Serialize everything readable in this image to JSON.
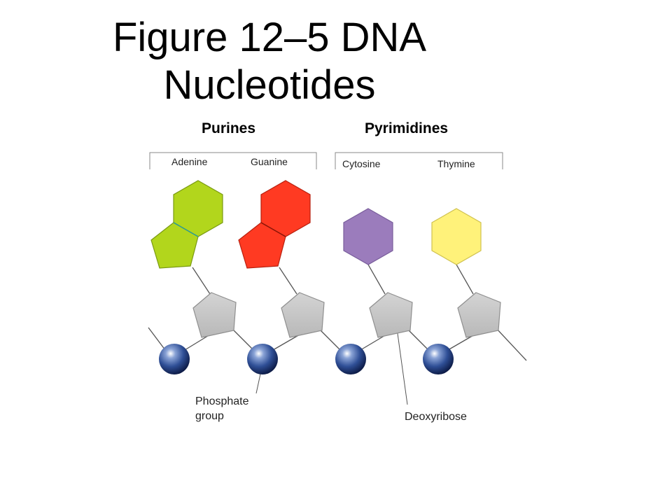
{
  "title_line1": "Figure 12–5 DNA",
  "title_line2": "Nucleotides",
  "groups": {
    "purines": "Purines",
    "pyrimidines": "Pyrimidines"
  },
  "bases": {
    "adenine": "Adenine",
    "guanine": "Guanine",
    "cytosine": "Cytosine",
    "thymine": "Thymine"
  },
  "parts": {
    "phosphate_line1": "Phosphate",
    "phosphate_line2": "group",
    "deoxyribose": "Deoxyribose"
  },
  "colors": {
    "adenine": "#b2d61c",
    "guanine": "#ff3a22",
    "cytosine": "#9b7cbc",
    "thymine": "#fff27a",
    "sugar": "#c6c6c6",
    "phosphate": "#2f4f96"
  }
}
